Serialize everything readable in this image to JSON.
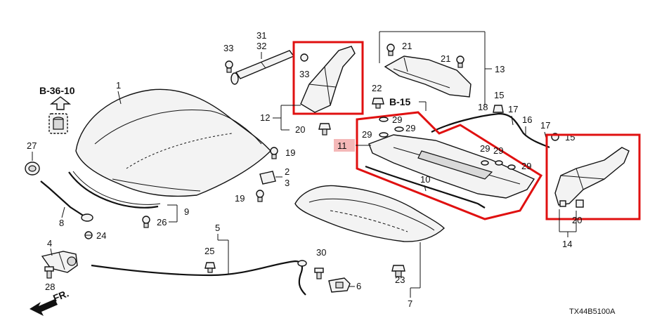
{
  "diagram": {
    "ref_left": "B-36-10",
    "ref_mid": "B-15",
    "catalog_code": "TX44B5100A",
    "direction_label": "FR.",
    "highlight_color": "#e01010",
    "highlight_label_bg": "#f4b8b8",
    "callouts": {
      "c1": "1",
      "c2": "2",
      "c3": "3",
      "c4": "4",
      "c5": "5",
      "c6": "6",
      "c7": "7",
      "c8": "8",
      "c9": "9",
      "c10": "10",
      "c11": "11",
      "c12": "12",
      "c13": "13",
      "c14": "14",
      "c15a": "15",
      "c15b": "15",
      "c16": "16",
      "c17a": "17",
      "c17b": "17",
      "c18": "18",
      "c19a": "19",
      "c19b": "19",
      "c20a": "20",
      "c20b": "20",
      "c21a": "21",
      "c21b": "21",
      "c22": "22",
      "c23": "23",
      "c24": "24",
      "c25": "25",
      "c26": "26",
      "c27": "27",
      "c28": "28",
      "c29a": "29",
      "c29b": "29",
      "c29c": "29",
      "c29d": "29",
      "c29e": "29",
      "c30": "30",
      "c31": "31",
      "c32": "32",
      "c33a": "33",
      "c33b": "33"
    }
  }
}
